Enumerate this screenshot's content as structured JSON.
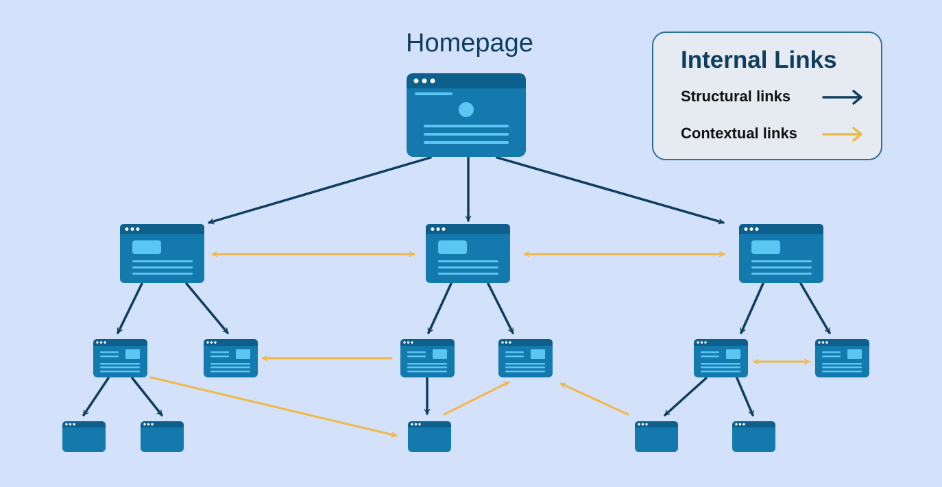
{
  "title": "Homepage",
  "legend": {
    "title": "Internal Links",
    "items": [
      {
        "label": "Structural links",
        "color": "#0f3d5f",
        "icon": "arrow-right-icon"
      },
      {
        "label": "Contextual links",
        "color": "#f0b944",
        "icon": "arrow-right-icon"
      }
    ]
  },
  "colors": {
    "background": "#d3e1fb",
    "page_body": "#1479ad",
    "page_header": "#0d5f8c",
    "page_accent": "#5bc6f2",
    "structural": "#0f3d5f",
    "contextual": "#f0b944"
  },
  "nodes": [
    {
      "id": "home",
      "level": 0,
      "type": "homepage"
    },
    {
      "id": "c1",
      "level": 1,
      "type": "category"
    },
    {
      "id": "c2",
      "level": 1,
      "type": "category"
    },
    {
      "id": "c3",
      "level": 1,
      "type": "category"
    },
    {
      "id": "s1",
      "level": 2,
      "type": "subpage"
    },
    {
      "id": "s2",
      "level": 2,
      "type": "subpage"
    },
    {
      "id": "s3",
      "level": 2,
      "type": "subpage"
    },
    {
      "id": "s4",
      "level": 2,
      "type": "subpage"
    },
    {
      "id": "s5",
      "level": 2,
      "type": "subpage"
    },
    {
      "id": "s6",
      "level": 2,
      "type": "subpage"
    },
    {
      "id": "l1",
      "level": 3,
      "type": "leaf"
    },
    {
      "id": "l2",
      "level": 3,
      "type": "leaf"
    },
    {
      "id": "l3",
      "level": 3,
      "type": "leaf"
    },
    {
      "id": "l4",
      "level": 3,
      "type": "leaf"
    },
    {
      "id": "l5",
      "level": 3,
      "type": "leaf"
    }
  ],
  "links": [
    {
      "from": "home",
      "to": "c1",
      "kind": "structural"
    },
    {
      "from": "home",
      "to": "c2",
      "kind": "structural"
    },
    {
      "from": "home",
      "to": "c3",
      "kind": "structural"
    },
    {
      "from": "c1",
      "to": "s1",
      "kind": "structural"
    },
    {
      "from": "c1",
      "to": "s2",
      "kind": "structural"
    },
    {
      "from": "c2",
      "to": "s3",
      "kind": "structural"
    },
    {
      "from": "c2",
      "to": "s4",
      "kind": "structural"
    },
    {
      "from": "c3",
      "to": "s5",
      "kind": "structural"
    },
    {
      "from": "c3",
      "to": "s6",
      "kind": "structural"
    },
    {
      "from": "s1",
      "to": "l1",
      "kind": "structural"
    },
    {
      "from": "s1",
      "to": "l2",
      "kind": "structural"
    },
    {
      "from": "s3",
      "to": "l3",
      "kind": "structural"
    },
    {
      "from": "s5",
      "to": "l4",
      "kind": "structural"
    },
    {
      "from": "s5",
      "to": "l5",
      "kind": "structural"
    },
    {
      "from": "c1",
      "to": "c2",
      "kind": "contextual",
      "bidirectional": true
    },
    {
      "from": "c2",
      "to": "c3",
      "kind": "contextual",
      "bidirectional": true
    },
    {
      "from": "s3",
      "to": "s2",
      "kind": "contextual"
    },
    {
      "from": "s1",
      "to": "l3",
      "kind": "contextual"
    },
    {
      "from": "l3",
      "to": "s4",
      "kind": "contextual"
    },
    {
      "from": "l4",
      "to": "s4",
      "kind": "contextual"
    },
    {
      "from": "s5",
      "to": "s6",
      "kind": "contextual",
      "bidirectional": true
    }
  ]
}
